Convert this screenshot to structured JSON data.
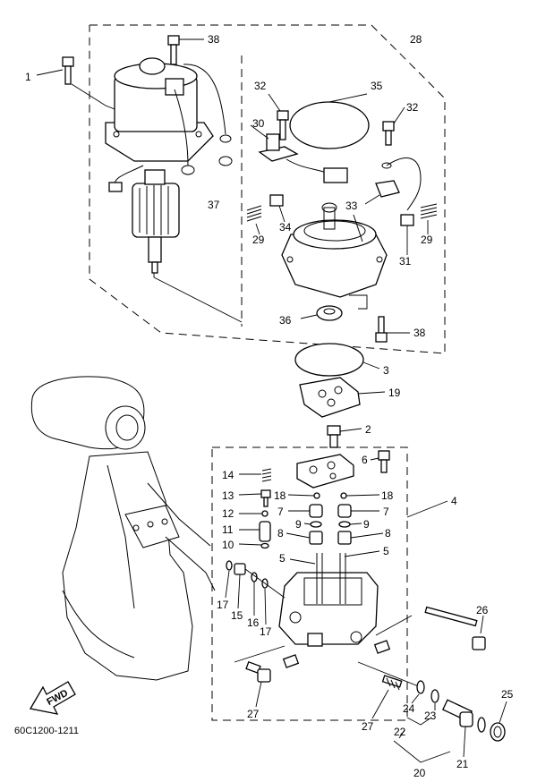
{
  "figure_code": "60C1200-1211",
  "fwd_label": "FWD",
  "callouts": {
    "p1": "1",
    "p2": "2",
    "p3": "3",
    "p4": "4",
    "p5a": "5",
    "p5b": "5",
    "p6": "6",
    "p7a": "7",
    "p7b": "7",
    "p8a": "8",
    "p8b": "8",
    "p9a": "9",
    "p9b": "9",
    "p10": "10",
    "p11": "11",
    "p12": "12",
    "p13": "13",
    "p14": "14",
    "p15": "15",
    "p16": "16",
    "p17a": "17",
    "p17b": "17",
    "p18a": "18",
    "p18b": "18",
    "p19": "19",
    "p20": "20",
    "p21": "21",
    "p22": "22",
    "p23": "23",
    "p24": "24",
    "p25": "25",
    "p26": "26",
    "p27a": "27",
    "p27b": "27",
    "p28": "28",
    "p29a": "29",
    "p29b": "29",
    "p30": "30",
    "p31": "31",
    "p32a": "32",
    "p32b": "32",
    "p33": "33",
    "p34": "34",
    "p35": "35",
    "p36": "36",
    "p37": "37",
    "p38a": "38",
    "p38b": "38"
  }
}
